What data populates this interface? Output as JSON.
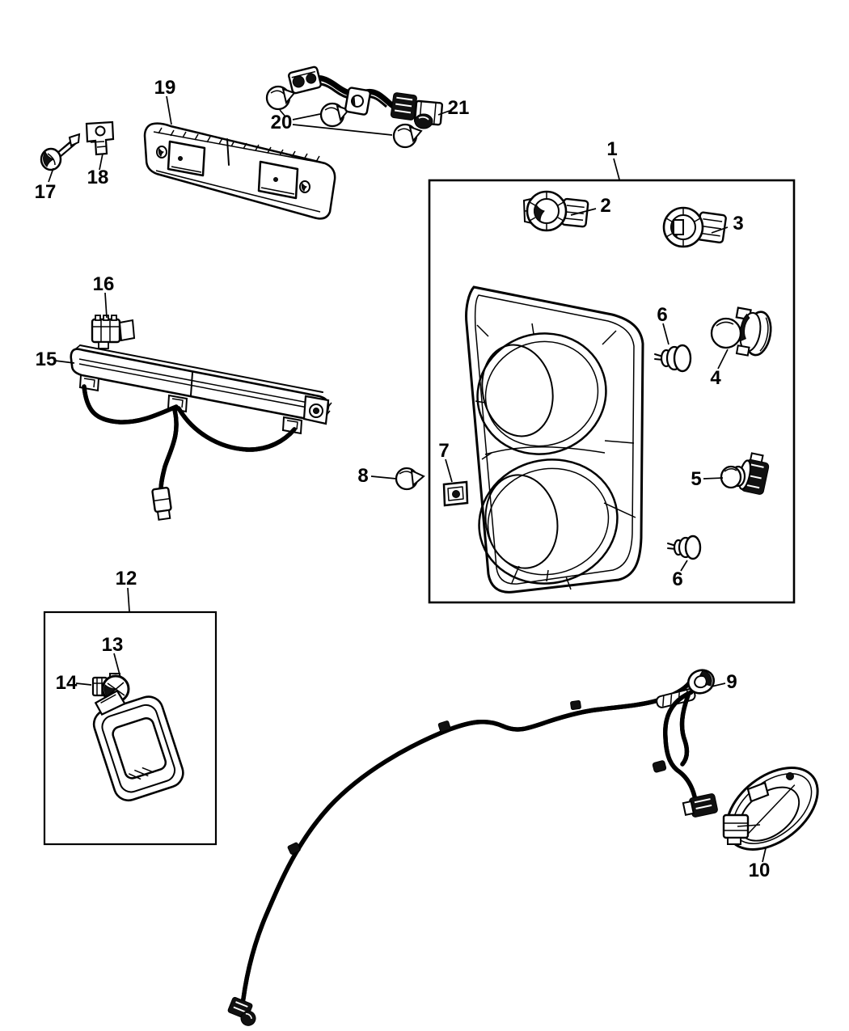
{
  "diagram": {
    "colors": {
      "line": "#000000",
      "background": "#ffffff"
    },
    "callouts": [
      {
        "label": "1"
      },
      {
        "label": "2"
      },
      {
        "label": "3"
      },
      {
        "label": "4"
      },
      {
        "label": "5"
      },
      {
        "label": "6"
      },
      {
        "label": "6"
      },
      {
        "label": "7"
      },
      {
        "label": "8"
      },
      {
        "label": "9"
      },
      {
        "label": "10"
      },
      {
        "label": "12"
      },
      {
        "label": "13"
      },
      {
        "label": "14"
      },
      {
        "label": "15"
      },
      {
        "label": "16"
      },
      {
        "label": "17"
      },
      {
        "label": "18"
      },
      {
        "label": "19"
      },
      {
        "label": "20"
      },
      {
        "label": "21"
      }
    ]
  }
}
